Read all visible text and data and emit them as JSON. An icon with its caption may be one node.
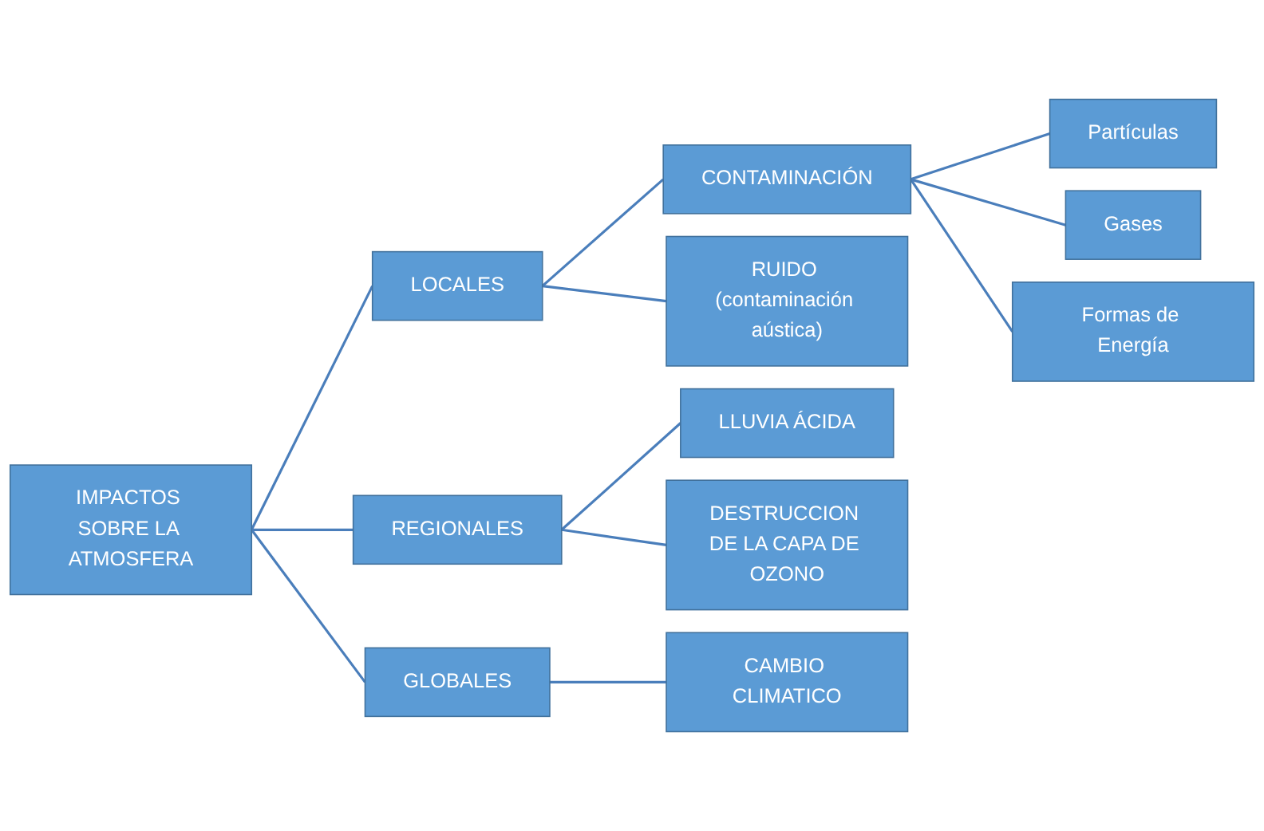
{
  "diagram": {
    "nodes": [
      {
        "text": [
          "IMPACTOS SOBRE LA ATMOSFERA"
        ]
      },
      {
        "text": [
          "LOCALES"
        ]
      },
      {
        "text": [
          "CONTAMINACIÓN"
        ]
      },
      {
        "text": [
          "Partículas"
        ]
      },
      {
        "text": [
          "Gases"
        ]
      },
      {
        "text": [
          "Formas de Energía"
        ]
      },
      {
        "text": [
          "RUIDO (contaminación aústica)"
        ]
      },
      {
        "text": [
          "REGIONALES"
        ]
      },
      {
        "text": [
          "LLUVIA ÁCIDA"
        ]
      },
      {
        "text": [
          "DESTRUCCION DE LA CAPA DE OZONO"
        ]
      },
      {
        "text": [
          "GLOBALES"
        ]
      },
      {
        "text": [
          "CAMBIO CLIMATICO"
        ]
      }
    ],
    "edges": [
      {
        "from": 0,
        "to": 1,
        "arrow": "none"
      },
      {
        "from": 0,
        "to": 7,
        "arrow": "none"
      },
      {
        "from": 0,
        "to": 10,
        "arrow": "none"
      },
      {
        "from": 1,
        "to": 2,
        "arrow": "none"
      },
      {
        "from": 1,
        "to": 6,
        "arrow": "none"
      },
      {
        "from": 2,
        "to": 3,
        "arrow": "none"
      },
      {
        "from": 2,
        "to": 4,
        "arrow": "none"
      },
      {
        "from": 2,
        "to": 5,
        "arrow": "none"
      },
      {
        "from": 7,
        "to": 8,
        "arrow": "none"
      },
      {
        "from": 7,
        "to": 9,
        "arrow": "none"
      },
      {
        "from": 10,
        "to": 11,
        "arrow": "none"
      }
    ]
  }
}
